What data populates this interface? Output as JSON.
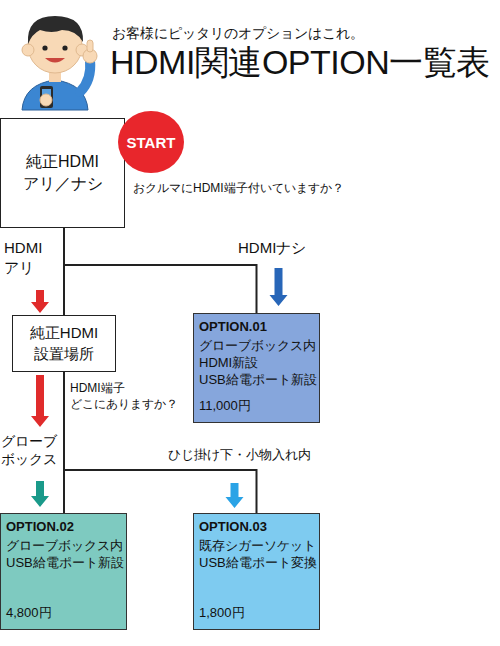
{
  "diagram": {
    "title": "HDMI関連OPTION一覧表",
    "nodes": [
      {
        "text": [
          "純正HDMI アリ／ナシ"
        ]
      },
      {
        "text": [
          "START"
        ]
      },
      {
        "text": [
          "純正HDMI 設置場所"
        ]
      },
      {
        "text": [
          "OPTION.01",
          "グローブボックス内 HDMI新設 USB給電ポート新設",
          "11,000円"
        ]
      },
      {
        "text": [
          "OPTION.02",
          "グローブボックス内 USB給電ポート新設",
          "4,800円"
        ]
      },
      {
        "text": [
          "OPTION.03",
          "既存シガーソケット USB給電ポート変換",
          "1,800円"
        ]
      }
    ],
    "edges": [
      {
        "from": 0,
        "to": 2,
        "label": "HDMI アリ",
        "arrow": "to"
      },
      {
        "from": 0,
        "to": 3,
        "label": "HDMIナシ",
        "arrow": "to"
      },
      {
        "from": 2,
        "to": 4,
        "label": "グローブ ボックス",
        "arrow": "to"
      },
      {
        "from": 2,
        "to": 5,
        "label": "ひじ掛け下・小物入れ内",
        "arrow": "to"
      }
    ],
    "labels": [
      "お客様にピッタリのオプションはこれ。",
      "おクルマにHDMI端子付いていますか？",
      "HDMI端子 どこにありますか？"
    ]
  }
}
